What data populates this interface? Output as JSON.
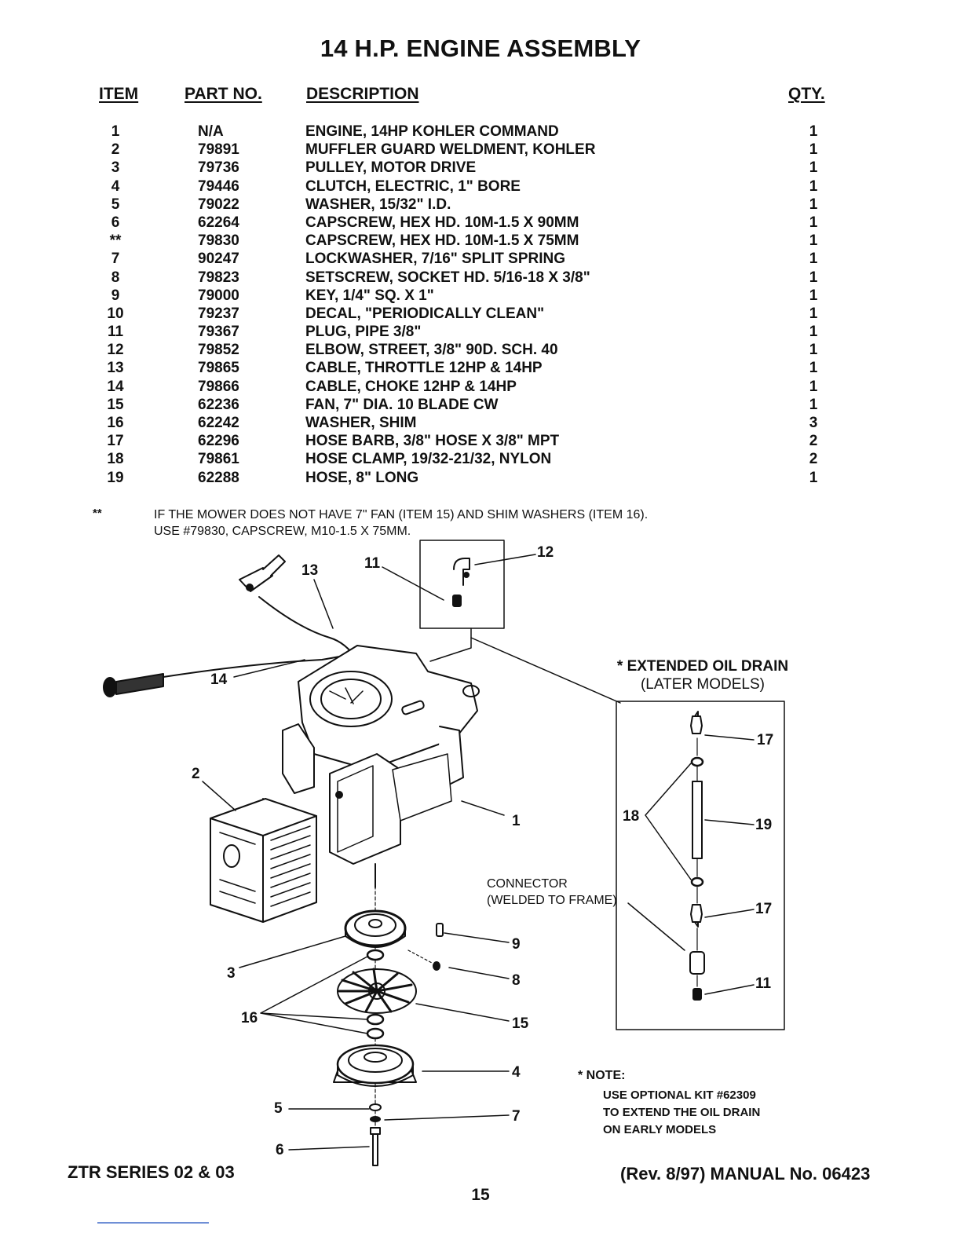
{
  "title": "14 H.P. ENGINE ASSEMBLY",
  "columns": {
    "item": "ITEM",
    "part_no": "PART NO.",
    "description": "DESCRIPTION",
    "qty": "QTY."
  },
  "parts": [
    {
      "item": "1",
      "part_no": "N/A",
      "description": "ENGINE, 14HP KOHLER COMMAND",
      "qty": "1"
    },
    {
      "item": "2",
      "part_no": "79891",
      "description": "MUFFLER GUARD WELDMENT, KOHLER",
      "qty": "1"
    },
    {
      "item": "3",
      "part_no": "79736",
      "description": "PULLEY, MOTOR DRIVE",
      "qty": "1"
    },
    {
      "item": "4",
      "part_no": "79446",
      "description": "CLUTCH, ELECTRIC, 1\" BORE",
      "qty": "1"
    },
    {
      "item": "5",
      "part_no": "79022",
      "description": "WASHER, 15/32\" I.D.",
      "qty": "1"
    },
    {
      "item": "6",
      "part_no": "62264",
      "description": "CAPSCREW, HEX HD. 10M-1.5 X 90MM",
      "qty": "1"
    },
    {
      "item": "**",
      "part_no": "79830",
      "description": "CAPSCREW, HEX HD. 10M-1.5 X 75MM",
      "qty": "1"
    },
    {
      "item": "7",
      "part_no": "90247",
      "description": "LOCKWASHER, 7/16\" SPLIT SPRING",
      "qty": "1"
    },
    {
      "item": "8",
      "part_no": "79823",
      "description": "SETSCREW, SOCKET HD. 5/16-18 X 3/8\"",
      "qty": "1"
    },
    {
      "item": "9",
      "part_no": "79000",
      "description": "KEY, 1/4\" SQ. X 1\"",
      "qty": "1"
    },
    {
      "item": "10",
      "part_no": "79237",
      "description": "DECAL, \"PERIODICALLY CLEAN\"",
      "qty": "1"
    },
    {
      "item": "11",
      "part_no": "79367",
      "description": "PLUG, PIPE 3/8\"",
      "qty": "1"
    },
    {
      "item": "12",
      "part_no": "79852",
      "description": "ELBOW, STREET, 3/8\" 90D. SCH. 40",
      "qty": "1"
    },
    {
      "item": "13",
      "part_no": "79865",
      "description": "CABLE, THROTTLE 12HP & 14HP",
      "qty": "1"
    },
    {
      "item": "14",
      "part_no": "79866",
      "description": "CABLE, CHOKE 12HP & 14HP",
      "qty": "1"
    },
    {
      "item": "15",
      "part_no": "62236",
      "description": "FAN, 7\" DIA. 10 BLADE CW",
      "qty": "1"
    },
    {
      "item": "16",
      "part_no": "62242",
      "description": "WASHER, SHIM",
      "qty": "3"
    },
    {
      "item": "17",
      "part_no": "62296",
      "description": "HOSE BARB, 3/8\" HOSE X 3/8\" MPT",
      "qty": "2"
    },
    {
      "item": "18",
      "part_no": "79861",
      "description": "HOSE CLAMP, 19/32-21/32, NYLON",
      "qty": "2"
    },
    {
      "item": "19",
      "part_no": "62288",
      "description": "HOSE, 8\" LONG",
      "qty": "1"
    }
  ],
  "footnote": {
    "marker": "**",
    "line1": "IF THE MOWER DOES NOT HAVE 7\" FAN (ITEM 15) AND SHIM WASHERS (ITEM 16).",
    "line2": "USE #79830, CAPSCREW, M10-1.5 X 75MM."
  },
  "diagram": {
    "callouts": {
      "c1": "1",
      "c2": "2",
      "c3": "3",
      "c4": "4",
      "c5": "5",
      "c6": "6",
      "c7": "7",
      "c8": "8",
      "c9": "9",
      "c11": "11",
      "c12": "12",
      "c13": "13",
      "c14": "14",
      "c15": "15",
      "c16": "16"
    },
    "oil_drain": {
      "title1": "* EXTENDED OIL DRAIN",
      "title2": "(LATER MODELS)",
      "c17a": "17",
      "c17b": "17",
      "c18": "18",
      "c19": "19",
      "c11": "11"
    },
    "connector_line1": "CONNECTOR",
    "connector_line2": "(WELDED TO FRAME)"
  },
  "note": {
    "title": "* NOTE:",
    "line1": "USE OPTIONAL KIT #62309",
    "line2": "TO EXTEND THE OIL DRAIN",
    "line3": "ON EARLY MODELS"
  },
  "footer": {
    "series": "ZTR SERIES 02 & 03",
    "rev": "(Rev. 8/97)",
    "manual": "MANUAL No. 06423",
    "page": "15"
  }
}
